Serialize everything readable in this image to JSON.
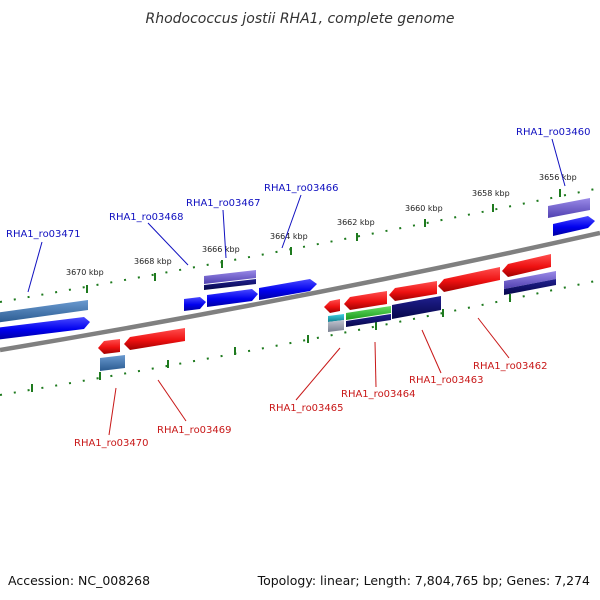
{
  "title": "Rhodococcus jostii RHA1, complete genome",
  "footer": {
    "accession": "Accession: NC_008268",
    "summary": "Topology: linear; Length: 7,804,765 bp; Genes: 7,274"
  },
  "scale": {
    "tick_labels": [
      "3656 kbp",
      "3658 kbp",
      "3660 kbp",
      "3662 kbp",
      "3664 kbp",
      "3666 kbp",
      "3668 kbp",
      "3670 kbp"
    ]
  },
  "gene_labels_plus": [
    "RHA1_ro03460",
    "RHA1_ro03466",
    "RHA1_ro03467",
    "RHA1_ro03468",
    "RHA1_ro03471"
  ],
  "gene_labels_minus": [
    "RHA1_ro03462",
    "RHA1_ro03463",
    "RHA1_ro03464",
    "RHA1_ro03465",
    "RHA1_ro03469",
    "RHA1_ro03470"
  ],
  "colors": {
    "backbone": "#808080",
    "plus_gene": "#0000ee",
    "minus_gene": "#ee1111",
    "dark_gene": "#0a0a70",
    "purple_gene": "#6a5acd",
    "steel_gene": "#4a7ab0",
    "green_gene": "#33bb33",
    "cyan_gene": "#20b0c0",
    "grey_gene": "#9aa0b0",
    "tick": "#1e7a1e",
    "plus_leader": "#1010c0",
    "minus_leader": "#c81818"
  }
}
